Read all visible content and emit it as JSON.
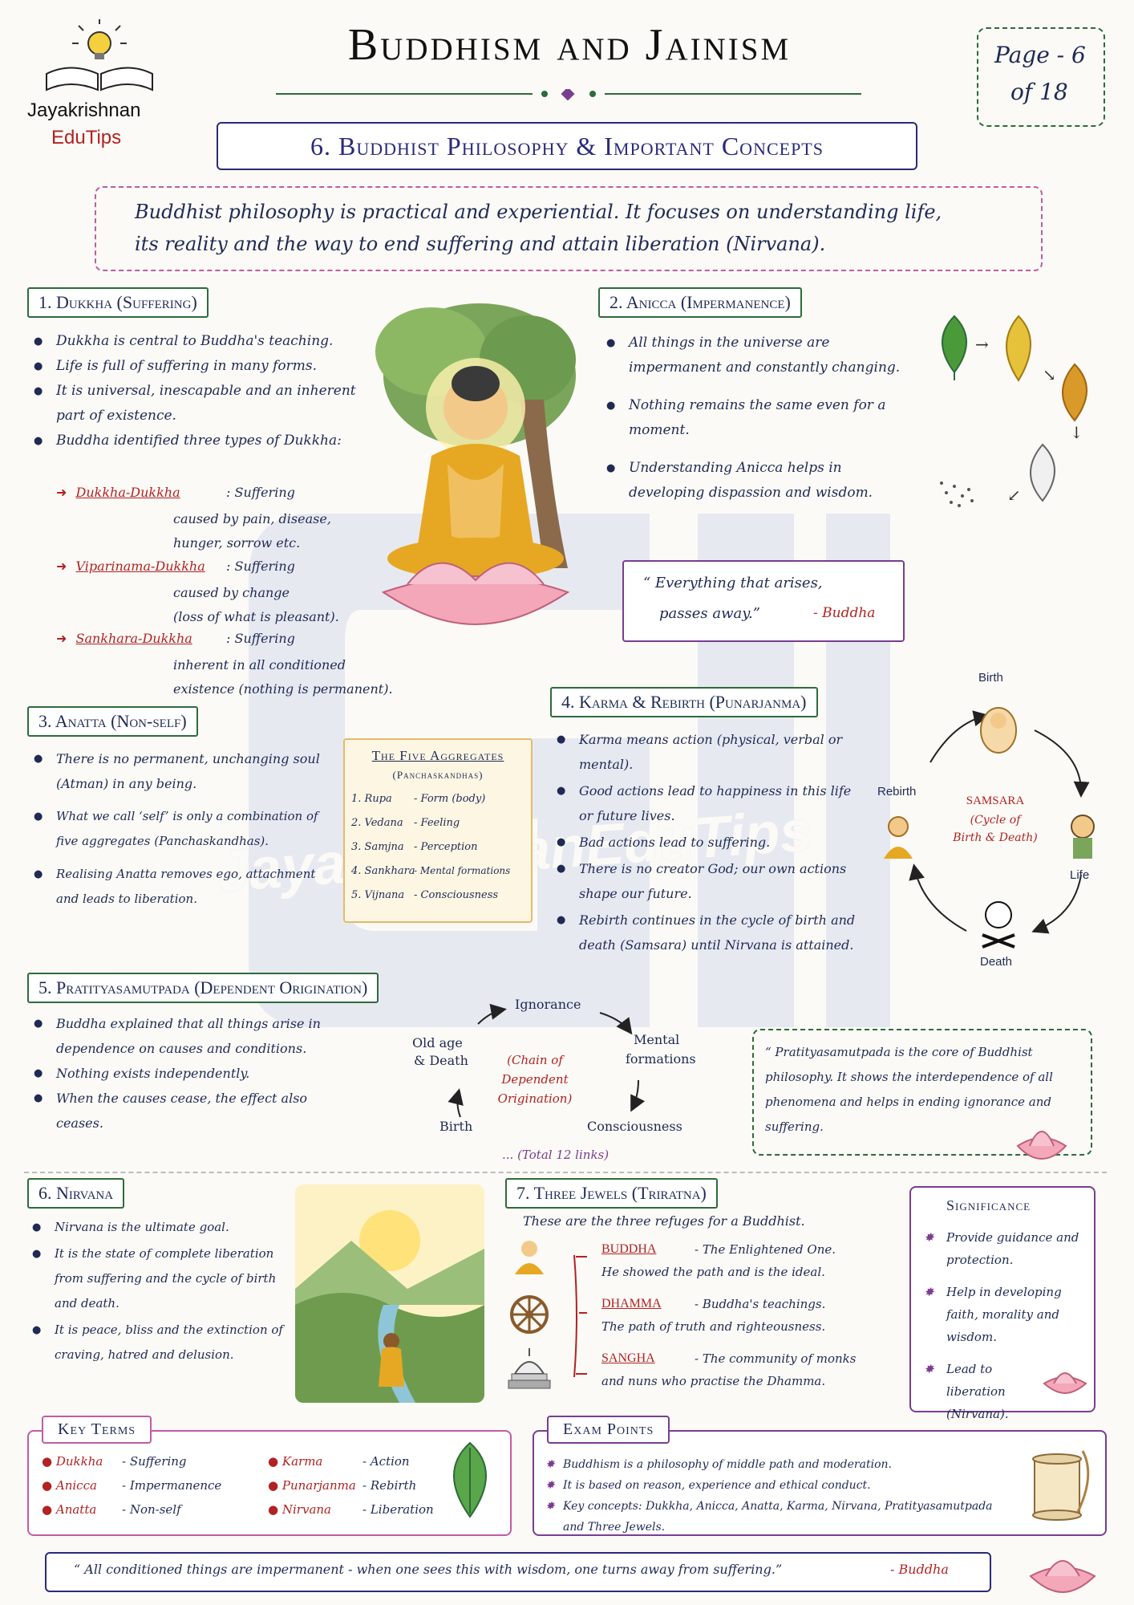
{
  "header": {
    "brand_line1": "Jayakrishnan",
    "brand_line2": "EduTips",
    "title": "Buddhism and Jainism",
    "page_label": "Page - 6",
    "page_of": "of 18"
  },
  "chapter_title": "6. Buddhist Philosophy & Important Concepts",
  "intro": [
    "Buddhist philosophy is practical and experiential. It focuses on understanding life,",
    "its reality and the way to end suffering and attain liberation (Nirvana)."
  ],
  "dukkha": {
    "heading": "1. Dukkha (Suffering)",
    "bullets": [
      "Dukkha is central to Buddha's teaching.",
      "Life is full of suffering in many forms.",
      "It is universal, inescapable and an inherent part of existence.",
      "Buddha identified three types of Dukkha:"
    ],
    "types": [
      {
        "name": "Dukkha-Dukkha",
        "desc1": ": Suffering",
        "desc2": "caused by pain, disease,",
        "desc3": "hunger, sorrow etc."
      },
      {
        "name": "Viparinama-Dukkha",
        "desc1": ": Suffering",
        "desc2": "caused by change",
        "desc3": "(loss of what is pleasant)."
      },
      {
        "name": "Sankhara-Dukkha",
        "desc1": ": Suffering",
        "desc2": "inherent in all conditioned",
        "desc3": "existence (nothing is permanent)."
      }
    ]
  },
  "anicca": {
    "heading": "2. Anicca (Impermanence)",
    "bullets": [
      "All things in the universe are impermanent and constantly changing.",
      "Nothing remains the same even for a moment.",
      "Understanding Anicca helps in developing dispassion and wisdom."
    ],
    "quote_line1": "“ Everything that arises,",
    "quote_line2": "passes away.”",
    "quote_author": "- Buddha"
  },
  "anatta": {
    "heading": "3. Anatta (Non-self)",
    "bullets": [
      "There is no permanent, unchanging soul (Atman) in any being.",
      "What we call ‘self’ is only a combination of five aggregates (Panchaskandhas).",
      "Realising Anatta removes ego, attachment and leads to liberation."
    ],
    "aggregates_title": "The Five Aggregates",
    "aggregates_sub": "(Panchaskandhas)",
    "aggregates": [
      {
        "num": "1. Rupa",
        "desc": "- Form (body)"
      },
      {
        "num": "2. Vedana",
        "desc": "- Feeling"
      },
      {
        "num": "3. Samjna",
        "desc": "- Perception"
      },
      {
        "num": "4. Sankhara",
        "desc": "- Mental formations"
      },
      {
        "num": "5. Vijnana",
        "desc": "- Consciousness"
      }
    ]
  },
  "karma": {
    "heading": "4. Karma & Rebirth (Punarjanma)",
    "bullets": [
      "Karma means action (physical, verbal or mental).",
      "Good actions lead to happiness in this life or future lives.",
      "Bad actions lead to suffering.",
      "There is no creator God; our own actions shape our future.",
      "Rebirth continues in the cycle of birth and death (Samsara) until Nirvana is attained."
    ],
    "cycle": {
      "birth": "Birth",
      "life": "Life",
      "death": "Death",
      "rebirth": "Rebirth",
      "center1": "SAMSARA",
      "center2": "(Cycle of",
      "center3": "Birth & Death)"
    }
  },
  "pratitya": {
    "heading": "5. Pratityasamutpada (Dependent Origination)",
    "bullets": [
      "Buddha explained that all things arise in dependence on causes and conditions.",
      "Nothing exists independently.",
      "When the causes cease, the effect also ceases."
    ],
    "chain": {
      "ignorance": "Ignorance",
      "mental1": "Mental",
      "mental2": "formations",
      "consciousness": "Consciousness",
      "birth": "Birth",
      "old1": "Old age",
      "old2": "& Death",
      "center1": "(Chain of",
      "center2": "Dependent",
      "center3": "Origination)",
      "total": "... (Total 12 links)"
    },
    "note": "“ Pratityasamutpada is the core of Buddhist philosophy. It shows the interdependence of all phenomena and helps in ending ignorance and suffering."
  },
  "nirvana": {
    "heading": "6. Nirvana",
    "bullets": [
      "Nirvana is the ultimate goal.",
      "It is the state of complete liberation from suffering and the cycle of birth and death.",
      "It is peace, bliss and the extinction of craving, hatred and delusion."
    ]
  },
  "jewels": {
    "heading": "7. Three Jewels (Triratna)",
    "intro": "These are the three refuges for a Buddhist.",
    "items": [
      {
        "name": "BUDDHA",
        "title": "- The Enlightened One.",
        "desc": "He showed the path and is the ideal."
      },
      {
        "name": "DHAMMA",
        "title": "- Buddha's teachings.",
        "desc": "The path of truth and righteousness."
      },
      {
        "name": "SANGHA",
        "title": "- The community of monks",
        "desc": "and nuns who practise the Dhamma."
      }
    ]
  },
  "significance": {
    "heading": "Significance",
    "items": [
      "Provide guidance and protection.",
      "Help in developing faith, morality and wisdom.",
      "Lead to liberation (Nirvana)."
    ]
  },
  "key_terms": {
    "heading": "Key Terms",
    "left": [
      {
        "term": "Dukkha",
        "meaning": "- Suffering"
      },
      {
        "term": "Anicca",
        "meaning": "- Impermanence"
      },
      {
        "term": "Anatta",
        "meaning": "- Non-self"
      }
    ],
    "right": [
      {
        "term": "Karma",
        "meaning": "- Action"
      },
      {
        "term": "Punarjanma",
        "meaning": "- Rebirth"
      },
      {
        "term": "Nirvana",
        "meaning": "- Liberation"
      }
    ]
  },
  "exam_points": {
    "heading": "Exam Points",
    "items": [
      "Buddhism is a philosophy of middle path and moderation.",
      "It is based on reason, experience and ethical conduct.",
      "Key concepts: Dukkha, Anicca, Anatta, Karma, Nirvana, Pratityasamutpada and Three Jewels."
    ]
  },
  "footer_quote": "“ All conditioned things are impermanent - when one sees this with wisdom, one turns away from suffering.”",
  "footer_author": "- Buddha",
  "watermark": "JayakrishnanEduTips",
  "colors": {
    "navy": "#1f2a55",
    "green": "#2e6b3a",
    "red": "#b22222",
    "purple": "#7a3d8f"
  }
}
